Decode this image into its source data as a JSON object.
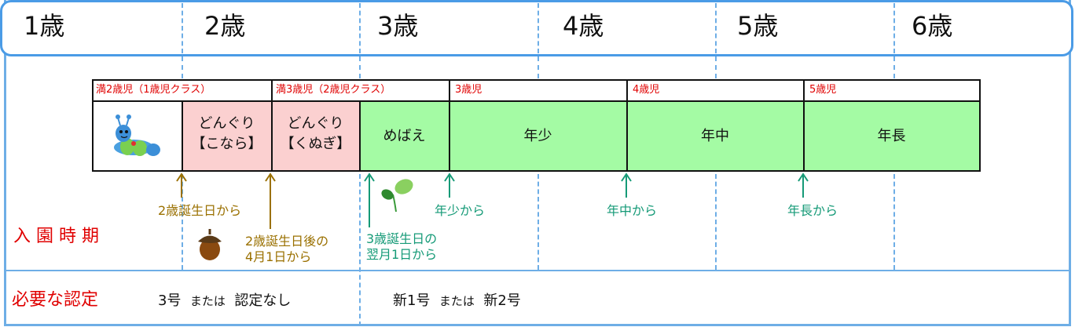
{
  "ages": [
    "1歳",
    "2歳",
    "3歳",
    "4歳",
    "5歳",
    "6歳"
  ],
  "class_headers": {
    "h1": "満2歳児（1歳児クラス）",
    "h2": "満3歳児（2歳児クラス）",
    "h3": "3歳児",
    "h4": "4歳児",
    "h5": "5歳児"
  },
  "classes": {
    "konara_1": "どんぐり",
    "konara_2": "【こなら】",
    "kunugi_1": "どんぐり",
    "kunugi_2": "【くぬぎ】",
    "mebae": "めばえ",
    "nensho": "年少",
    "nenchu": "年中",
    "nencho": "年長"
  },
  "entry": {
    "title": "入 園 時 期",
    "from_2_birthday": "2歳誕生日から",
    "after_2_birthday_1": "2歳誕生日後の",
    "after_2_birthday_2": "4月1日から",
    "after_3_birthday_1": "3歳誕生日の",
    "after_3_birthday_2": "翌月1日から",
    "nensho_from": "年少から",
    "nenchu_from": "年中から",
    "nencho_from": "年長から"
  },
  "certification": {
    "title": "必要な認定",
    "left_a": "3号",
    "left_or": "または",
    "left_b": "認定なし",
    "right_a": "新1号",
    "right_or": "または",
    "right_b": "新2号"
  },
  "colors": {
    "frame": "#4a9be6",
    "pink": "#fbd0d0",
    "green": "#a4fba4",
    "header_red": "#e00000",
    "gold": "#9a7000",
    "teal": "#159a77"
  },
  "icons": [
    "caterpillar-icon",
    "acorn-icon",
    "sprout-icon"
  ]
}
